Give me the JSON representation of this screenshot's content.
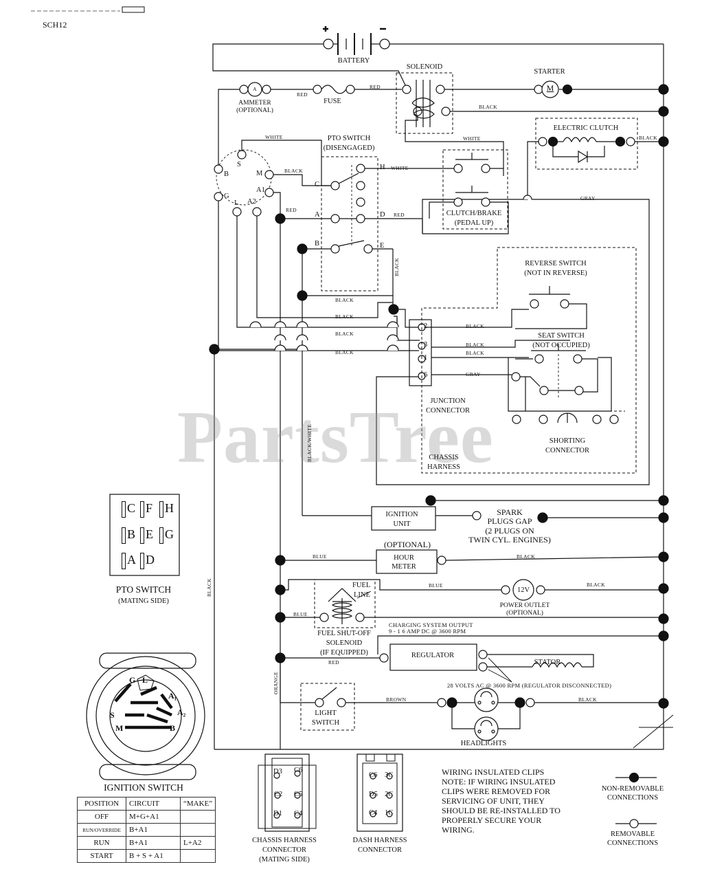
{
  "header": {
    "model_code": "SCH12"
  },
  "watermark": "PartsTree",
  "components": {
    "battery": "BATTERY",
    "plus": "+",
    "minus": "−",
    "solenoid": "SOLENOID",
    "starter": "STARTER",
    "starter_symbol": "M",
    "ammeter": "AMMETER",
    "ammeter_sub": "(OPTIONAL)",
    "ammeter_symbol": "A",
    "fuse": "FUSE",
    "electric_clutch": "ELECTRIC CLUTCH",
    "pto_switch": "PTO SWITCH",
    "pto_switch_sub": "(DISENGAGED)",
    "clutch_brake": "CLUTCH/BRAKE",
    "clutch_brake_sub": "(PEDAL UP)",
    "reverse_switch": "REVERSE SWITCH",
    "reverse_switch_sub": "(NOT IN REVERSE)",
    "seat_switch": "SEAT SWITCH",
    "seat_switch_sub": "(NOT OCCUPIED)",
    "junction": "JUNCTION",
    "connector": "CONNECTOR",
    "shorting": "SHORTING",
    "shorting_connector": "CONNECTOR",
    "chassis": "CHASSIS",
    "harness": "HARNESS",
    "ignition_unit_1": "IGNITION",
    "ignition_unit_2": "UNIT",
    "spark_1": "SPARK",
    "spark_2": "PLUGS GAP",
    "spark_3": "(2 PLUGS ON",
    "spark_4": "TWIN CYL. ENGINES)",
    "optional": "(OPTIONAL)",
    "hour_1": "HOUR",
    "hour_2": "METER",
    "volt12": "12V",
    "power_outlet": "POWER OUTLET",
    "power_outlet_sub": "(OPTIONAL)",
    "fuel_line_1": "FUEL",
    "fuel_line_2": "LINE",
    "fuel_shutoff_1": "FUEL SHUT-OFF",
    "fuel_shutoff_2": "SOLENOID",
    "fuel_shutoff_3": "(IF EQUIPPED)",
    "charging_1": "CHARGING SYSTEM OUTPUT",
    "charging_2": "9 - 1 6 AMP DC @ 3600 RPM",
    "regulator": "REGULATOR",
    "stator": "STATOR",
    "volts28": "28 VOLTS AC @ 3600 RPM (REGULATOR DISCONNECTED)",
    "light_1": "LIGHT",
    "light_2": "SWITCH",
    "headlights": "HEADLIGHTS"
  },
  "ignition_terminals": {
    "S": "S",
    "M": "M",
    "B": "B",
    "G": "G",
    "L": "L",
    "A1": "A1",
    "A2": "A2"
  },
  "pto_terminals": {
    "C": "C",
    "H": "H",
    "A": "A",
    "D": "D",
    "B": "B",
    "E": "E"
  },
  "junction_pins": [
    "2",
    "3",
    "1",
    "6"
  ],
  "wire_labels": {
    "red": "RED",
    "black": "BLACK",
    "white": "WHITE",
    "gray": "GRAY",
    "blue": "BLUE",
    "brown": "BROWN",
    "orange": "ORANGE",
    "black_white": "BLACK/WHITE"
  },
  "pto_mating": {
    "title": "PTO SWITCH",
    "sub": "(MATING SIDE)",
    "rows": [
      [
        "C",
        "F",
        "H"
      ],
      [
        "B",
        "E",
        "G"
      ],
      [
        "A",
        "D"
      ]
    ]
  },
  "ignition_switch": {
    "title": "IGNITION SWITCH",
    "face_labels": {
      "G": "G",
      "L": "L",
      "A1": "A₁",
      "A2": "A₂",
      "S": "S",
      "M": "M",
      "B": "B"
    },
    "table_header": [
      "POSITION",
      "CIRCUIT",
      "“MAKE”"
    ],
    "table_rows": [
      [
        "OFF",
        "M+G+A1",
        ""
      ],
      [
        "RUN/OVERRIDE",
        "B+A1",
        ""
      ],
      [
        "RUN",
        "B+A1",
        "L+A2"
      ],
      [
        "START",
        "B + S + A1",
        ""
      ]
    ]
  },
  "chassis_harness": {
    "pins": [
      "D3",
      "C6",
      "C2",
      "C5",
      "D1",
      "C4"
    ],
    "label_1": "CHASSIS HARNESS",
    "label_2": "CONNECTOR",
    "label_3": "(MATING SIDE)"
  },
  "dash_harness": {
    "pins": [
      "C6",
      "3C",
      "D5",
      "2C",
      "C4",
      "1C"
    ],
    "label_1": "DASH HARNESS",
    "label_2": "CONNECTOR"
  },
  "note": {
    "lines": [
      "WIRING INSULATED CLIPS",
      "NOTE: IF WIRING INSULATED",
      "CLIPS WERE REMOVED FOR",
      "SERVICING OF UNIT, THEY",
      "SHOULD BE RE-INSTALLED TO",
      "PROPERLY SECURE YOUR",
      "WIRING."
    ]
  },
  "legend": {
    "nonremovable_1": "NON-REMOVABLE",
    "nonremovable_2": "CONNECTIONS",
    "removable_1": "REMOVABLE",
    "removable_2": "CONNECTIONS"
  }
}
